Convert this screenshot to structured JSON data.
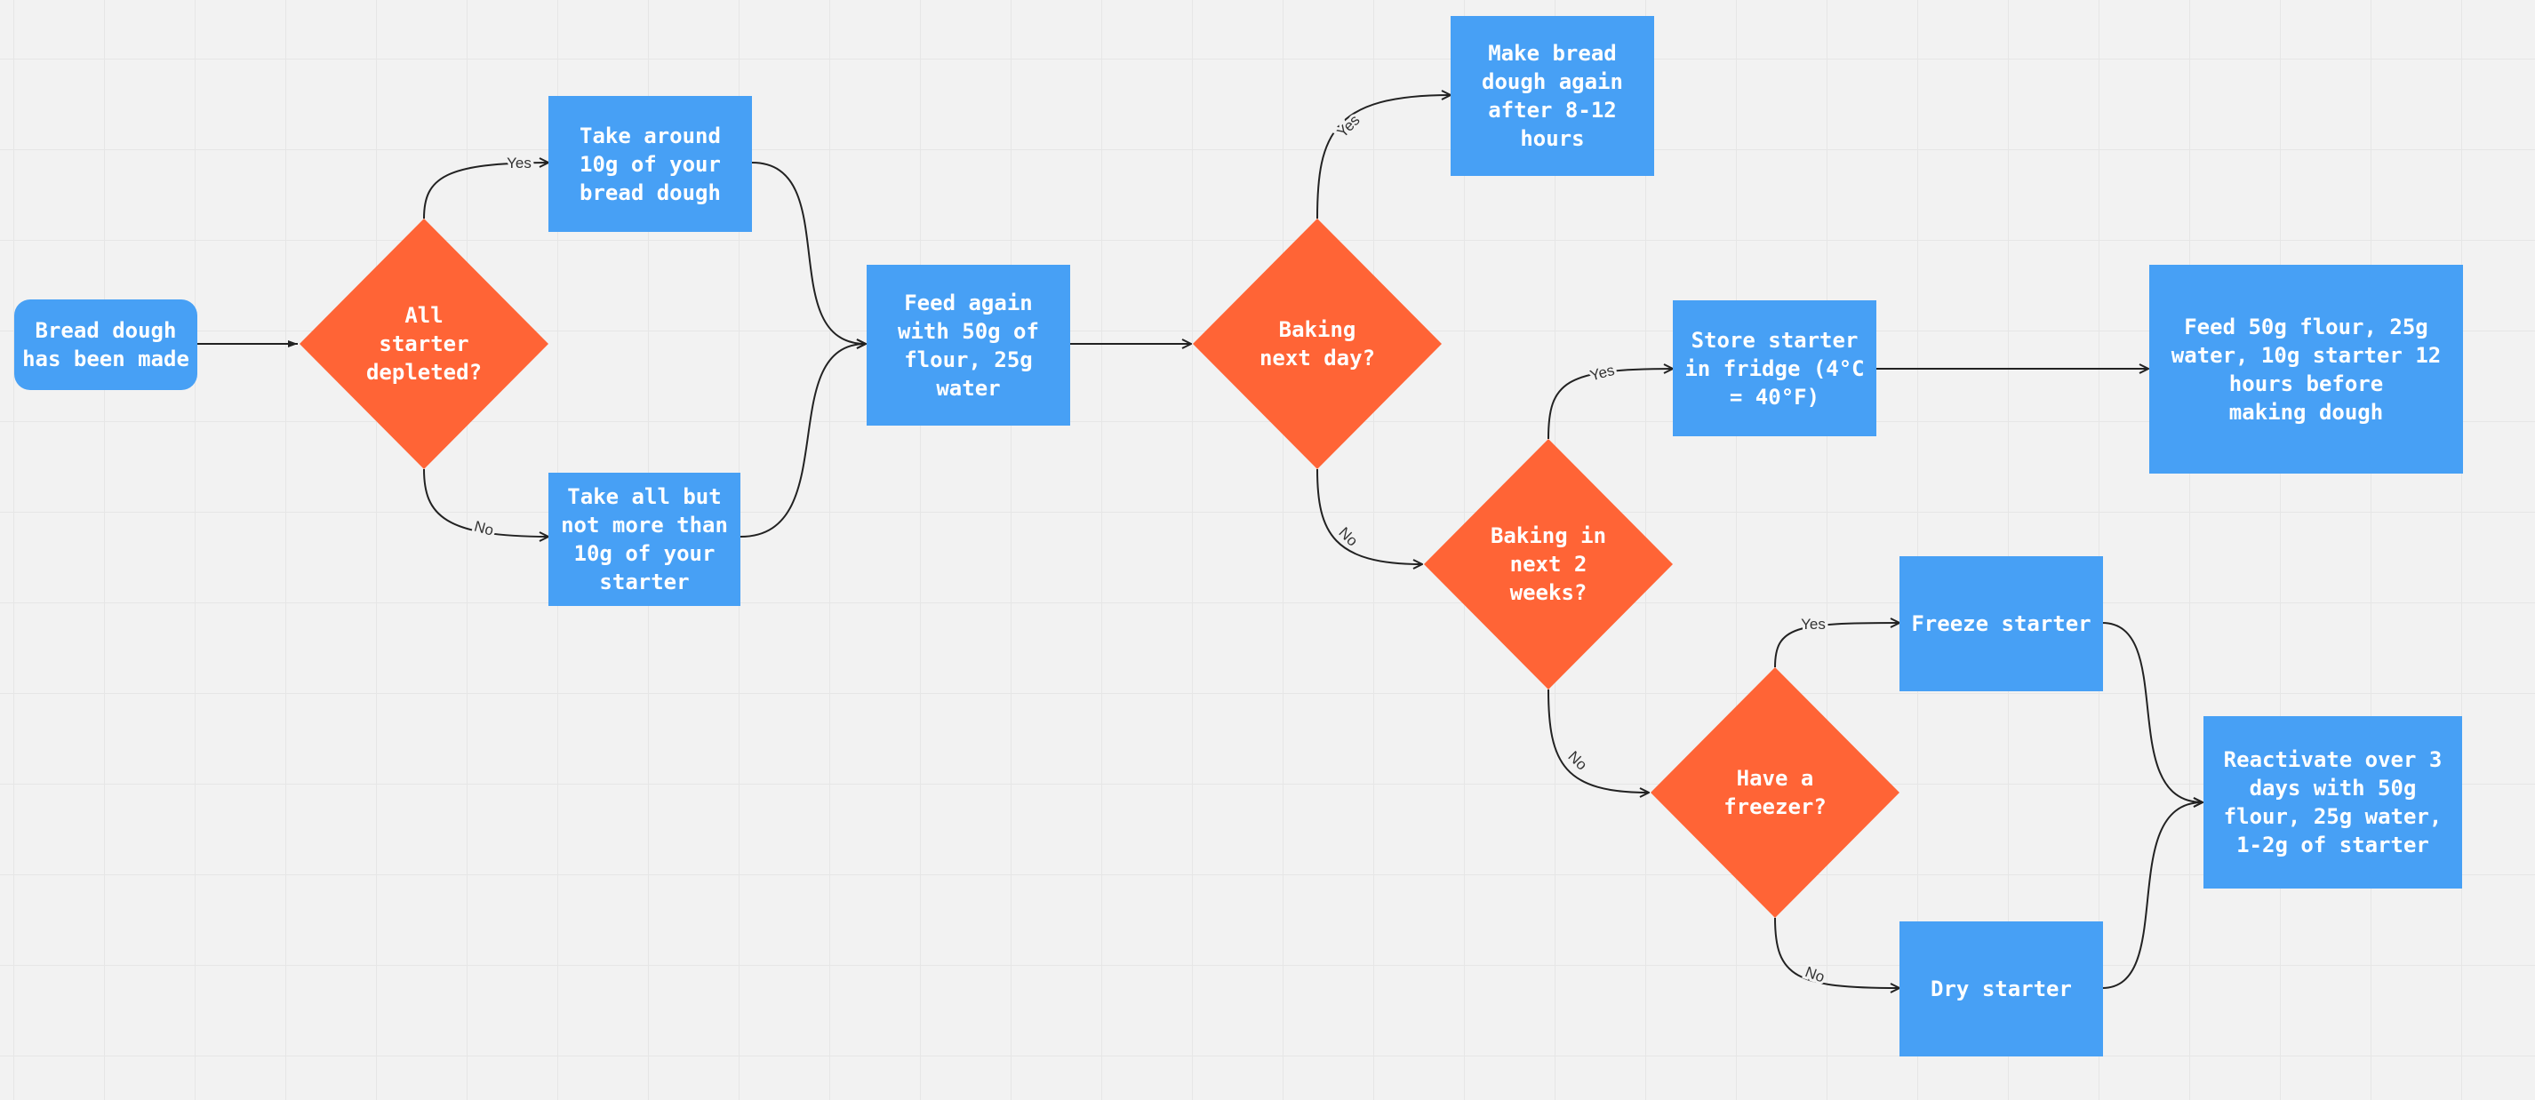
{
  "colors": {
    "process": "#47a0f5",
    "decision": "#ff6436",
    "connector": "#222222",
    "background": "#f2f2f2"
  },
  "nodes": {
    "start": "Bread dough\nhas been made",
    "take_10g": "Take around\n10g of your\nbread dough",
    "take_all": "Take all but\nnot more than\n10g of your\nstarter",
    "feed_again": "Feed again\nwith 50g of\nflour, 25g\nwater",
    "make_dough_again": "Make bread\ndough again\nafter 8-12\nhours",
    "store_fridge": "Store starter\nin fridge (4°C\n= 40°F)",
    "feed_before": "Feed 50g flour, 25g\nwater, 10g starter 12\nhours before\nmaking dough",
    "freeze": "Freeze starter",
    "dry": "Dry starter",
    "reactivate": "Reactivate over 3\ndays with 50g\nflour, 25g water,\n1-2g of starter"
  },
  "decisions": {
    "all_depleted": "All\nstarter\ndepleted?",
    "baking_next_day": "Baking\nnext day?",
    "baking_2_weeks": "Baking in\nnext 2\nweeks?",
    "have_freezer": "Have a\nfreezer?"
  },
  "edge_labels": {
    "yes": "Yes",
    "no": "No"
  }
}
